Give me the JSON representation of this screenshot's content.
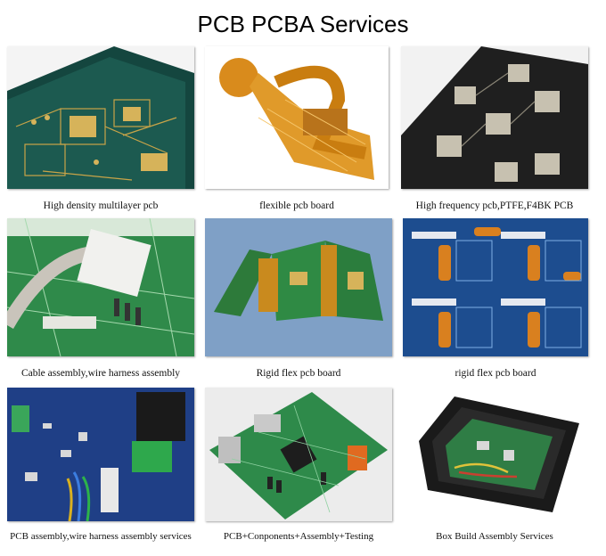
{
  "title": "PCB PCBA Services",
  "items": [
    {
      "caption": "High density multilayer pcb"
    },
    {
      "caption": "flexible pcb board"
    },
    {
      "caption": "High frequency pcb,PTFE,F4BK PCB"
    },
    {
      "caption": "Cable assembly,wire harness assembly"
    },
    {
      "caption": "Rigid flex pcb board"
    },
    {
      "caption": "rigid flex pcb board"
    },
    {
      "caption": "PCB assembly,wire harness assembly services"
    },
    {
      "caption": "PCB+Conponents+Assembly+Testing"
    },
    {
      "caption": "Box Build Assembly Services"
    }
  ]
}
